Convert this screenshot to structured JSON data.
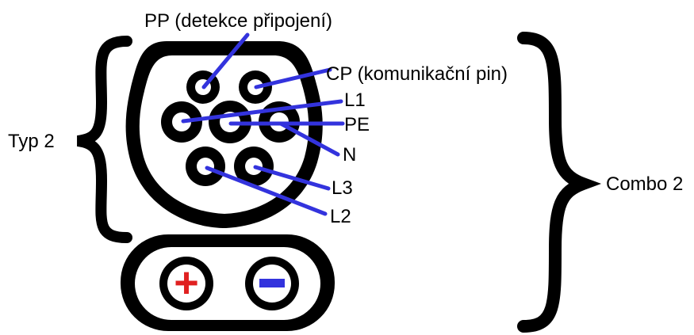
{
  "diagram": {
    "pins": {
      "pp": "PP (detekce připojení)",
      "cp": "CP (komunikační pin)",
      "l1": "L1",
      "pe": "PE",
      "n": "N",
      "l3": "L3",
      "l2": "L2"
    },
    "groups": {
      "type2": "Typ 2",
      "combo2": "Combo 2"
    },
    "dc_pins": {
      "plus": "+",
      "minus": "−"
    }
  },
  "colors": {
    "line": "#3333dd",
    "plus": "#e02020",
    "minus": "#3333dd",
    "outline": "#000000"
  }
}
